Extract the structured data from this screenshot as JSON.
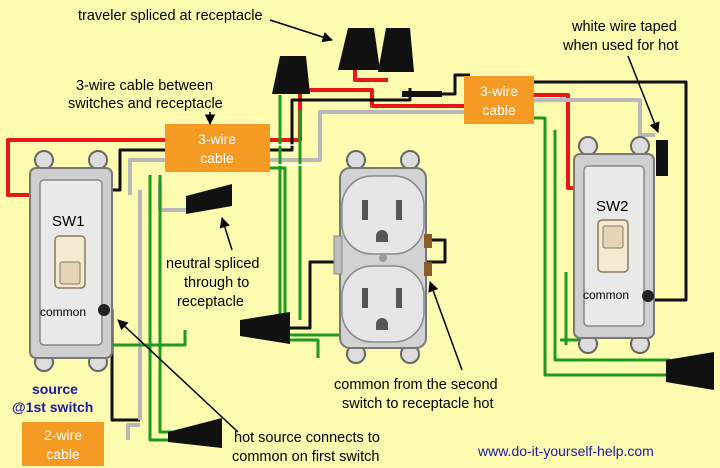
{
  "labels": {
    "traveler": "traveler spliced at receptacle",
    "three_wire_between_1": "3-wire cable between",
    "three_wire_between_2": "switches and receptacle",
    "white_taped_1": "white wire taped",
    "white_taped_2": "when used for hot",
    "neutral_1": "neutral spliced",
    "neutral_2": "through to",
    "neutral_3": "receptacle",
    "common_second_1": "common from the second",
    "common_second_2": "switch to receptacle hot",
    "hot_source_1": "hot source connects to",
    "hot_source_2": "common on first switch",
    "source_1": "source",
    "source_2": "@1st switch",
    "url": "www.do-it-yourself-help.com"
  },
  "cables": {
    "left_line1": "3-wire",
    "left_line2": "cable",
    "right_line1": "3-wire",
    "right_line2": "cable",
    "source_line1": "2-wire",
    "source_line2": "cable"
  },
  "switches": {
    "sw1_label": "SW1",
    "sw1_terminal": "common",
    "sw2_label": "SW2",
    "sw2_terminal": "common"
  },
  "colors": {
    "background": "#fdfbaf",
    "cable_box": "#f59a23",
    "hot_wire": "#e8181a",
    "neutral_wire": "#b9b9b9",
    "ground_wire": "#1e9a1e",
    "black_wire": "#111111",
    "label_blue": "#1a1aa8"
  }
}
